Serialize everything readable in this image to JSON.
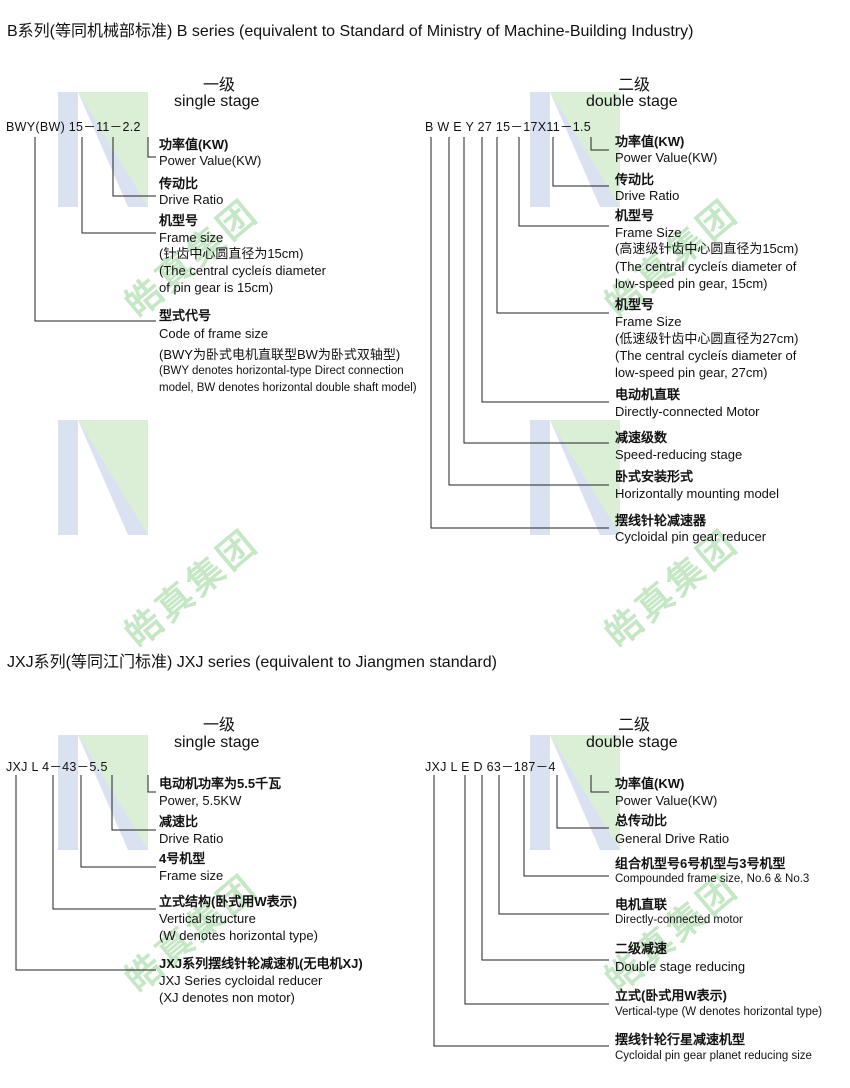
{
  "b_series": {
    "title": "B系列(等同机械部标准)   B series (equivalent to Standard of Ministry of Machine-Building Industry)",
    "single": {
      "stage_cn": "一级",
      "stage_en": "single stage",
      "code": "BWY(BW)  15－11－2.2",
      "items": [
        {
          "cn": "功率值(KW)",
          "en": "Power Value(KW)"
        },
        {
          "cn": "传动比",
          "en": "Drive Ratio"
        },
        {
          "cn": "机型号",
          "en": "Frame size",
          "extra": [
            "(针齿中心圆直径为15cm)",
            "(The central cycleís diameter",
            "of pin gear is 15cm)"
          ]
        },
        {
          "cn": "型式代号",
          "en": "Code of frame size",
          "extra": [
            "(BWY为卧式电机直联型BW为卧式双轴型)",
            "(BWY denotes horizontal-type Direct connection",
            "model, BW denotes horizontal double shaft model)"
          ]
        }
      ]
    },
    "double": {
      "stage_cn": "二级",
      "stage_en": "double stage",
      "code": "B  W  E  Y  27 15－17X11－1.5",
      "items": [
        {
          "cn": "功率值(KW)",
          "en": "Power Value(KW)"
        },
        {
          "cn": "传动比",
          "en": "Drive Ratio"
        },
        {
          "cn": "机型号",
          "en": "Frame Size",
          "extra": [
            "(高速级针齿中心圆直径为15cm)",
            "(The central cycleís diameter of",
            "low-speed pin gear, 15cm)"
          ]
        },
        {
          "cn": "机型号",
          "en": "Frame Size",
          "extra": [
            "(低速级针齿中心圆直径为27cm)",
            "(The central cycleís diameter of",
            "low-speed pin gear, 27cm)"
          ]
        },
        {
          "cn": "电动机直联",
          "en": "Directly-connected Motor"
        },
        {
          "cn": "减速级数",
          "en": "Speed-reducing stage"
        },
        {
          "cn": "卧式安装形式",
          "en": "Horizontally mounting model"
        },
        {
          "cn": "摆线针轮减速器",
          "en": "Cycloidal pin gear reducer"
        }
      ]
    }
  },
  "jxj_series": {
    "title": "JXJ系列(等同江门标准)   JXJ series (equivalent to Jiangmen standard)",
    "single": {
      "stage_cn": "一级",
      "stage_en": "single stage",
      "code": "JXJ    L    4－43－5.5",
      "items": [
        {
          "cn": "电动机功率为5.5千瓦",
          "en": "Power, 5.5KW"
        },
        {
          "cn": "减速比",
          "en": "Drive Ratio"
        },
        {
          "cn": "4号机型",
          "en": "Frame size"
        },
        {
          "cn": "立式结构(卧式用W表示)",
          "en": "Vertical structure",
          "extra": [
            "(W denotes horizontal type)"
          ]
        },
        {
          "cn": "JXJ系列摆线针轮减速机(无电机XJ)",
          "en": "JXJ Series cycloidal reducer",
          "extra": [
            "(XJ denotes non motor)"
          ]
        }
      ]
    },
    "double": {
      "stage_cn": "二级",
      "stage_en": "double stage",
      "code": "JXJ   L   E   D   63－187－4",
      "items": [
        {
          "cn": "功率值(KW)",
          "en": "Power Value(KW)"
        },
        {
          "cn": "总传动比",
          "en": "General Drive Ratio"
        },
        {
          "cn": "组合机型号6号机型与3号机型",
          "en": "Compounded frame size, No.6 & No.3"
        },
        {
          "cn": "电机直联",
          "en": "Directly-connected motor"
        },
        {
          "cn": "二级减速",
          "en": "Double stage reducing"
        },
        {
          "cn": "立式(卧式用W表示)",
          "en": "Vertical-type (W denotes horizontal type)"
        },
        {
          "cn": "摆线针轮行星减速机型",
          "en": "Cycloidal pin gear planet reducing size"
        }
      ]
    }
  },
  "watermark": {
    "seal_text": "皓真集团",
    "colors": {
      "blue": "#b8c8e6",
      "green": "#bfe3b8"
    }
  }
}
